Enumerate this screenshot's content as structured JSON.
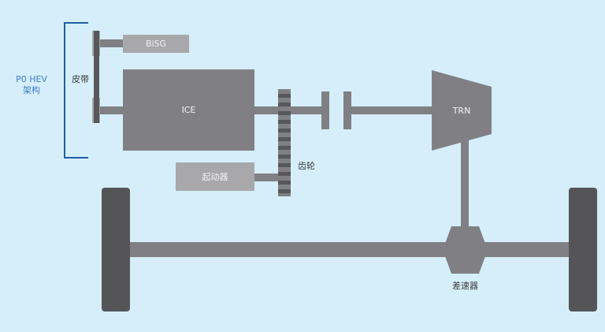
{
  "architecture": {
    "line1": "P0 HEV",
    "line2": "架构"
  },
  "labels": {
    "belt": "皮带",
    "bisg": "BiSG",
    "ice": "ICE",
    "starter": "起动器",
    "gear": "齿轮",
    "transmission": "TRN",
    "differential": "差速器"
  },
  "colors": {
    "background": "#d5eefa",
    "component_dark": "#808084",
    "component_light": "#a8a8ab",
    "belt": "#58585a",
    "wheel": "#555557",
    "bracket": "#1f5fa3"
  }
}
